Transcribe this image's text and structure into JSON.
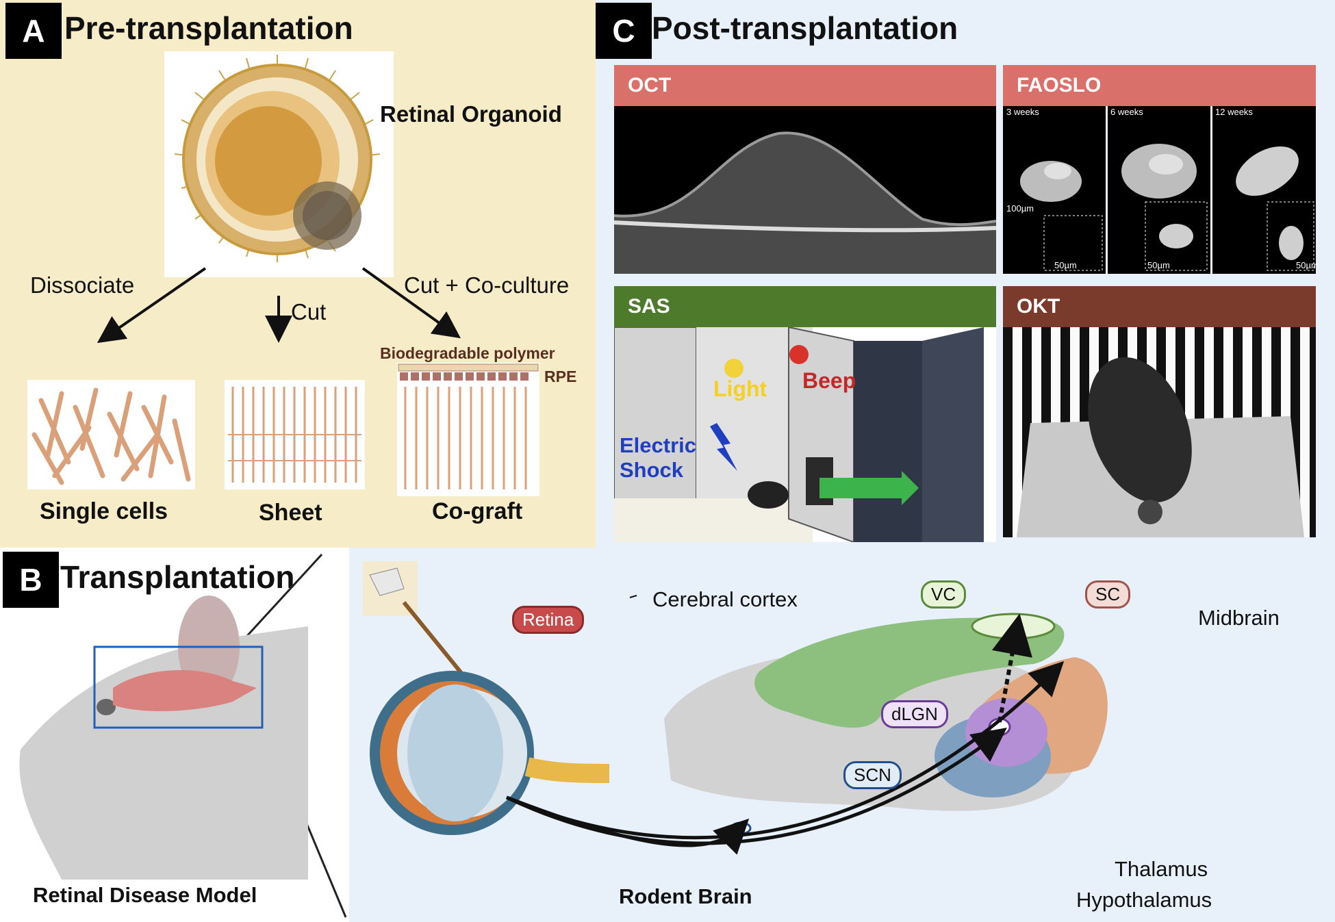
{
  "panel_a": {
    "badge": "A",
    "title": "Pre-transplantation",
    "organoid_label": "Retinal Organoid",
    "arrow_dissociate": "Dissociate",
    "arrow_cut": "Cut",
    "arrow_cut_coculture": "Cut + Co-culture",
    "polymer_label": "Biodegradable polymer",
    "rpe_label": "RPE",
    "single_cells": "Single cells",
    "sheet": "Sheet",
    "cograft": "Co-graft"
  },
  "panel_b": {
    "badge": "B",
    "title": "Transplantation",
    "retinal_disease_model": "Retinal Disease Model",
    "rodent_brain": "Rodent Brain",
    "retina": "Retina",
    "cerebral_cortex": "Cerebral cortex",
    "vc": "VC",
    "sc": "SC",
    "midbrain": "Midbrain",
    "dlgn": "dLGN",
    "scn": "SCN",
    "thalamus": "Thalamus",
    "hypothalamus": "Hypothalamus"
  },
  "panel_c": {
    "badge": "C",
    "title": "Post-transplantation",
    "oct": "OCT",
    "faoslo": "FAOSLO",
    "sas": "SAS",
    "okt": "OKT",
    "week3": "3 weeks",
    "week6": "6 weeks",
    "week12": "12 weeks",
    "scale100": "100µm",
    "scale50a": "50µm",
    "scale50b": "50µm",
    "scale50c": "50µm",
    "light": "Light",
    "beep": "Beep",
    "electric": "Electric",
    "shock": "Shock"
  },
  "colors": {
    "panel_a_bg": "#f6ecc8",
    "panel_bc_bg": "#e8f1fa",
    "header_red": "#d9706a",
    "header_green": "#4e7a2c",
    "header_brown": "#7a3a2c",
    "cortex_green": "#8dbf7e",
    "thalamus_purple": "#b48fd6",
    "hypothalamus_blue": "#7e9fbf",
    "midbrain_orange": "#e0a780"
  }
}
